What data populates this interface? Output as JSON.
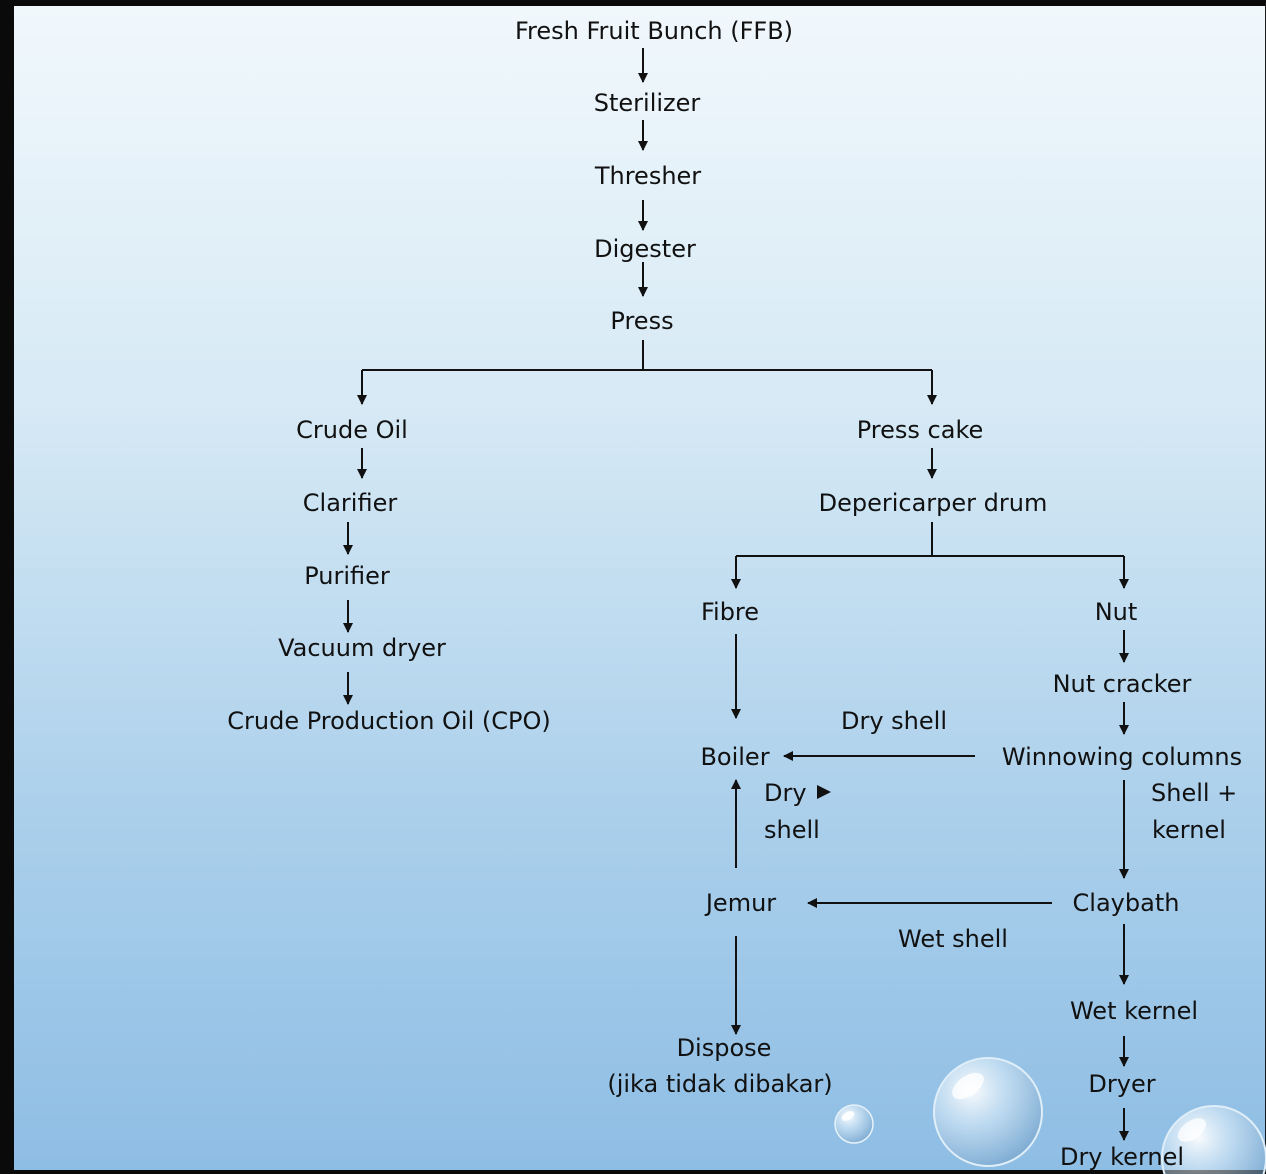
{
  "nodes": {
    "ffb": "Fresh Fruit Bunch (FFB)",
    "sterilizer": "Sterilizer",
    "thresher": "Thresher",
    "digester": "Digester",
    "press": "Press",
    "crude_oil": "Crude Oil",
    "clarifier": "Clarifier",
    "purifier": "Purifier",
    "vacuum_dryer": "Vacuum dryer",
    "cpo": "Crude Production Oil (CPO)",
    "press_cake": "Press cake",
    "depericarper": "Depericarper drum",
    "fibre": "Fibre",
    "nut": "Nut",
    "nut_cracker": "Nut cracker",
    "boiler": "Boiler",
    "winnowing": "Winnowing columns",
    "jemur": "Jemur",
    "claybath": "Claybath",
    "wet_kernel": "Wet kernel",
    "dryer": "Dryer",
    "dry_kernel": "Dry kernel",
    "dispose_line1": "Dispose",
    "dispose_line2": "(jika tidak dibakar)"
  },
  "edge_labels": {
    "dry_shell_top": "Dry shell",
    "dry_shell_side_line1": "Dry",
    "dry_shell_side_line2": "shell",
    "shell_kernel_line1": "Shell +",
    "shell_kernel_line2": "kernel",
    "wet_shell": "Wet shell"
  },
  "colors": {
    "line": "#111111",
    "text": "#111111"
  }
}
